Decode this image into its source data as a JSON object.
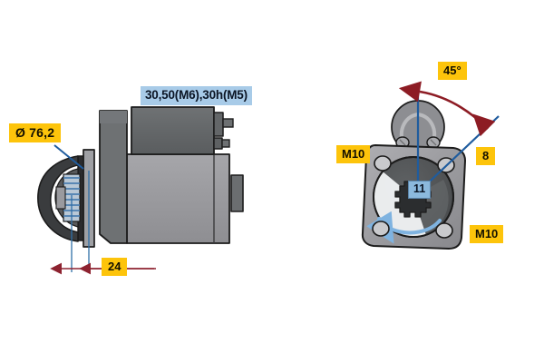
{
  "diagram": {
    "title": "Starter motor technical drawing",
    "background_color": "#ffffff",
    "views": {
      "side": {
        "name": "side-elevation-view",
        "description": "Starter motor side elevation with solenoid, drive end housing and pinion"
      },
      "front": {
        "name": "drive-end-flange-view",
        "description": "Drive end flange front view with mounting holes and pinion"
      }
    },
    "colors": {
      "body_light": "#9b9b9f",
      "body_mid": "#8a8a8e",
      "body_dark": "#646769",
      "body_darker": "#55585a",
      "outline": "#1c1c1c",
      "callout_yellow": "#fdc40b",
      "callout_blue": "#a8cbe8",
      "leader_blue": "#1f5c9e",
      "dimension_red": "#8d2230",
      "rotation_arrow": "#7fb3e0",
      "arc_arrow_red": "#8d1c24"
    }
  },
  "callouts": {
    "terminals": {
      "label": "30,50(M6),30h(M5)",
      "style": "blue",
      "meaning": "terminal-designations"
    },
    "diameter": {
      "label": "Ø 76,2",
      "style": "yellow",
      "meaning": "pilot-flange-diameter-mm"
    },
    "depth": {
      "label": "24",
      "style": "yellow",
      "meaning": "pinion-protrusion-mm"
    },
    "angle": {
      "label": "45°",
      "style": "yellow",
      "meaning": "solenoid-clocking-angle"
    },
    "m10_left": {
      "label": "M10",
      "style": "yellow",
      "meaning": "mounting-thread-size"
    },
    "m10_right": {
      "label": "M10",
      "style": "yellow",
      "meaning": "mounting-thread-size"
    },
    "bolt_count": {
      "label": "8",
      "style": "yellow",
      "meaning": "bolt-hole-reference"
    },
    "teeth": {
      "label": "11",
      "style": "bluesm",
      "meaning": "pinion-tooth-count"
    }
  },
  "icons": {
    "dimension_arrow": "dimension-arrow-icon",
    "rotation_arrow": "rotation-direction-arrow-icon",
    "angle_arc_arrow": "angle-arc-double-arrow-icon",
    "leader_line": "leader-line-icon"
  }
}
